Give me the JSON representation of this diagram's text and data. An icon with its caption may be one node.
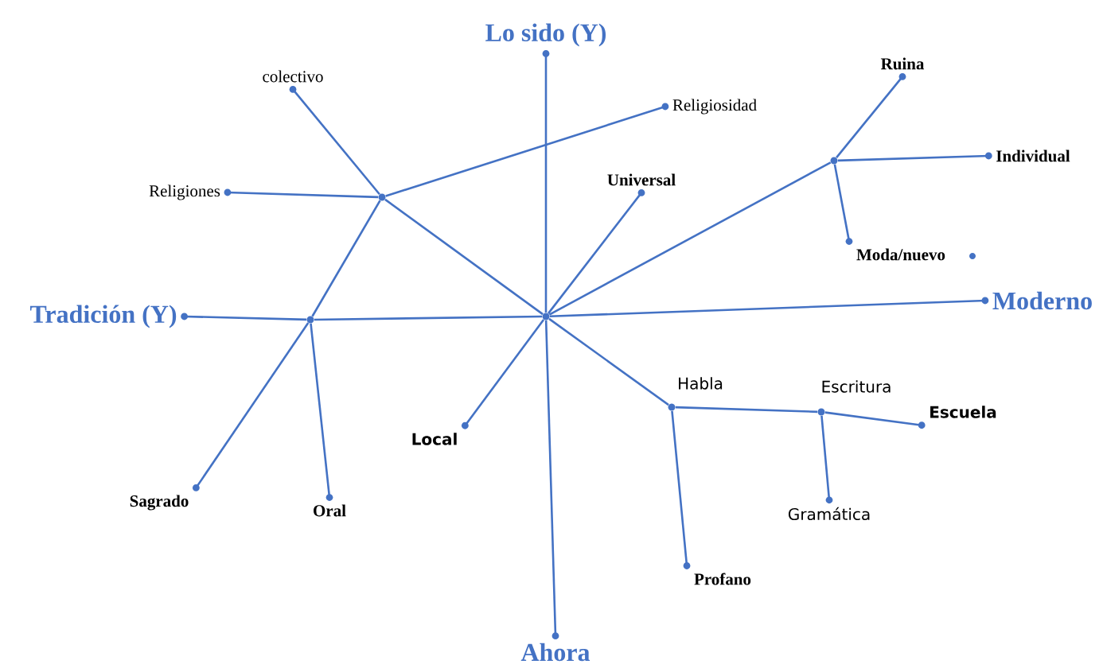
{
  "diagram": {
    "nodes": [
      {
        "text": [
          "Lo sido (Y)"
        ]
      },
      {
        "text": [
          "colectivo"
        ]
      },
      {
        "text": [
          "Religiosidad"
        ]
      },
      {
        "text": [
          "Ruina"
        ]
      },
      {
        "text": [
          "Religiones"
        ]
      },
      {
        "text": [
          "Universal"
        ]
      },
      {
        "text": [
          "Individual"
        ]
      },
      {
        "text": [
          "Moda/nuevo"
        ]
      },
      {
        "text": [
          "Tradición (Y)"
        ]
      },
      {
        "text": [
          "Moderno"
        ]
      },
      {
        "text": [
          "Local"
        ]
      },
      {
        "text": [
          "Escuela"
        ]
      },
      {
        "text": [
          "Gramática"
        ]
      },
      {
        "text": [
          "Sagrado"
        ]
      },
      {
        "text": [
          "Oral"
        ]
      },
      {
        "text": [
          "Profano"
        ]
      },
      {
        "text": [
          "Ahora"
        ]
      },
      {
        "text": [],
        "shape": "circle"
      },
      {
        "text": [],
        "shape": "circle"
      },
      {
        "text": [],
        "shape": "circle"
      },
      {
        "text": [],
        "shape": "circle"
      },
      {
        "text": [],
        "shape": "circle",
        "beside": [
          "Habla"
        ]
      },
      {
        "text": [],
        "shape": "circle",
        "beside": [
          "Escritura"
        ]
      }
    ],
    "edges": [
      {
        "from": 17,
        "to": 0,
        "arrow": "none"
      },
      {
        "from": 17,
        "to": 16,
        "arrow": "none"
      },
      {
        "from": 17,
        "to": 19,
        "arrow": "none"
      },
      {
        "from": 19,
        "to": 8,
        "arrow": "none"
      },
      {
        "from": 17,
        "to": 9,
        "arrow": "none"
      },
      {
        "from": 17,
        "to": 18,
        "arrow": "none"
      },
      {
        "from": 18,
        "to": 1,
        "arrow": "none"
      },
      {
        "from": 18,
        "to": 4,
        "arrow": "none"
      },
      {
        "from": 18,
        "to": 2,
        "arrow": "none"
      },
      {
        "from": 18,
        "to": 19,
        "arrow": "none"
      },
      {
        "from": 19,
        "to": 13,
        "arrow": "none"
      },
      {
        "from": 19,
        "to": 14,
        "arrow": "none"
      },
      {
        "from": 17,
        "to": 5,
        "arrow": "none"
      },
      {
        "from": 17,
        "to": 20,
        "arrow": "none"
      },
      {
        "from": 20,
        "to": 3,
        "arrow": "none"
      },
      {
        "from": 20,
        "to": 6,
        "arrow": "none"
      },
      {
        "from": 20,
        "to": 7,
        "arrow": "none"
      },
      {
        "from": 17,
        "to": 10,
        "arrow": "none"
      },
      {
        "from": 17,
        "to": 21,
        "arrow": "none"
      },
      {
        "from": 21,
        "to": 15,
        "arrow": "none"
      },
      {
        "from": 21,
        "to": 22,
        "arrow": "none"
      },
      {
        "from": 22,
        "to": 11,
        "arrow": "none"
      },
      {
        "from": 22,
        "to": 12,
        "arrow": "none"
      }
    ]
  }
}
